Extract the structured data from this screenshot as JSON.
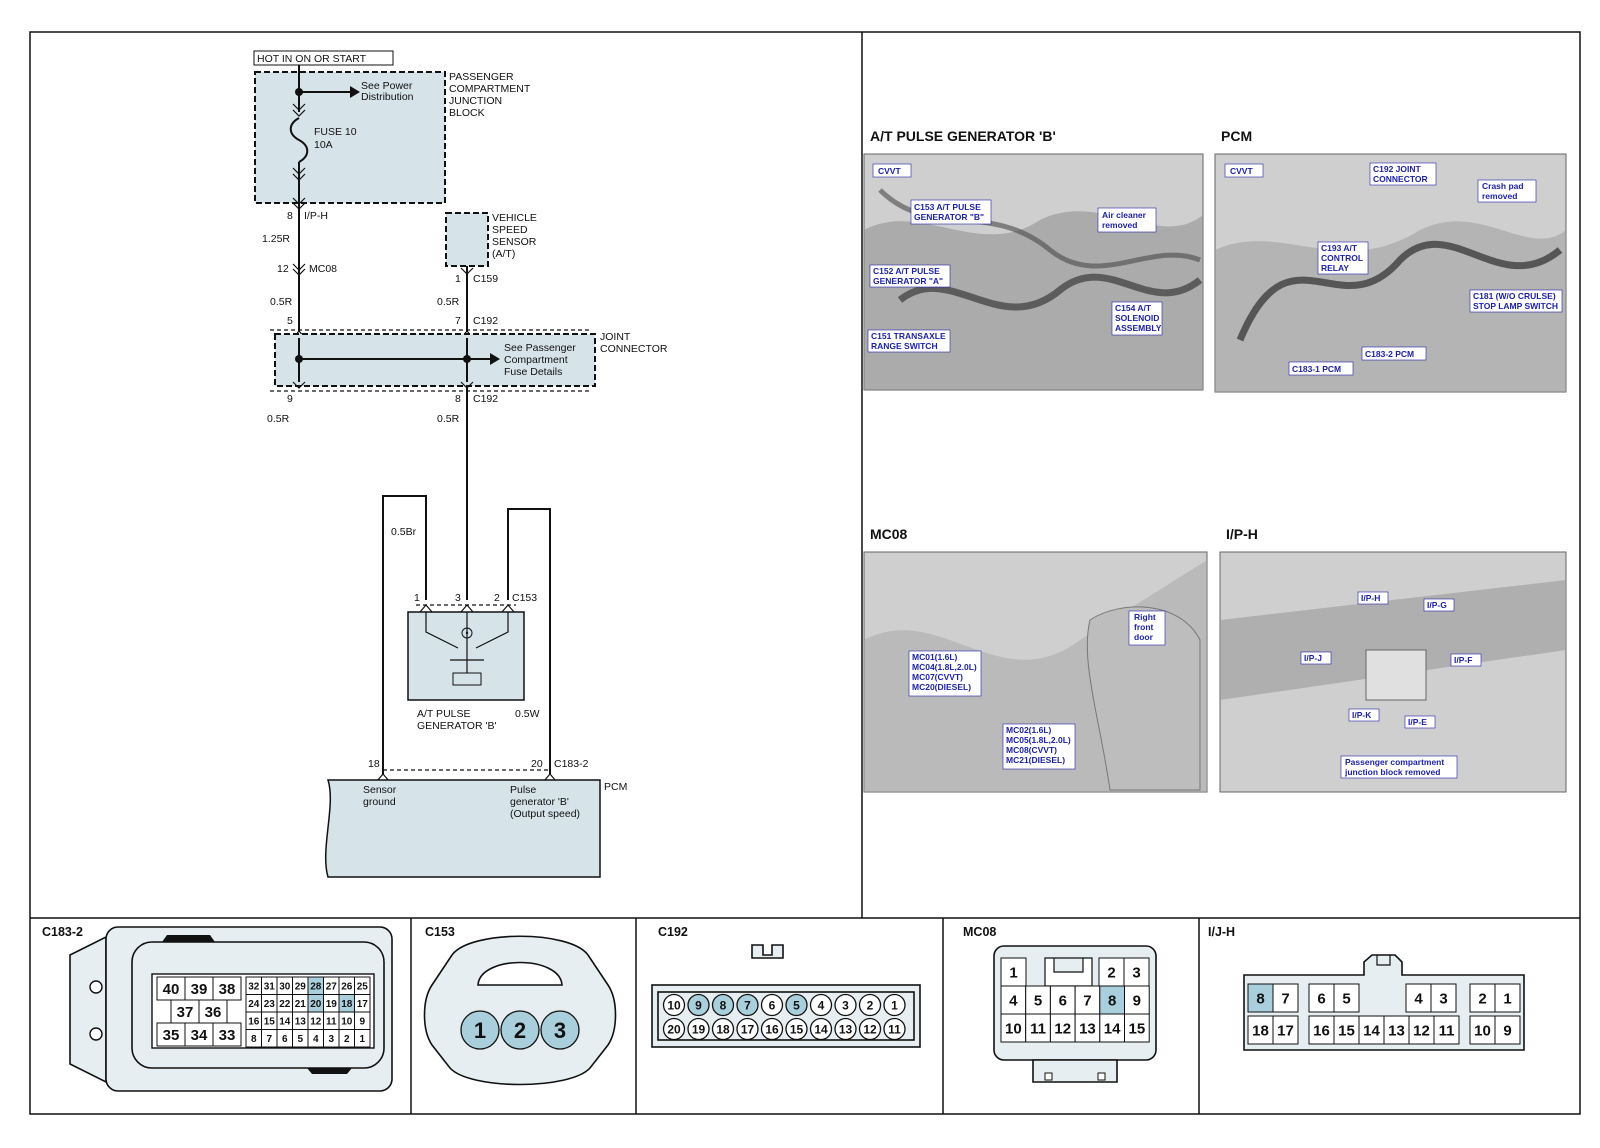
{
  "schematic": {
    "hot_label": "HOT IN ON OR START",
    "pcjb_label": [
      "PASSENGER",
      "COMPARTMENT",
      "JUNCTION",
      "BLOCK"
    ],
    "power_ref": [
      "See Power",
      "Distribution"
    ],
    "fuse_label": "FUSE   10",
    "fuse_rating": "10A",
    "pin_8": "8",
    "ip_h": "I/P-H",
    "wire_125r": "1.25R",
    "pin_12": "12",
    "mc08": "MC08",
    "wire_05r_a": "0.5R",
    "wire_05r_b": "0.5R",
    "vss_label": [
      "VEHICLE",
      "SPEED",
      "SENSOR",
      "(A/T)"
    ],
    "pin_1_c159": "1",
    "c159": "C159",
    "pin_5": "5",
    "pin_7": "7",
    "c192_top": "C192",
    "joint_label": [
      "JOINT",
      "CONNECTOR"
    ],
    "joint_ref": [
      "See Passenger",
      "Compartment",
      "Fuse Details"
    ],
    "pin_9": "9",
    "pin_8b": "8",
    "c192_bot": "C192",
    "wire_05r_c": "0.5R",
    "wire_05r_d": "0.5R",
    "wire_05br": "0.5Br",
    "gen_pin_1": "1",
    "gen_pin_3": "3",
    "gen_pin_2": "2",
    "c153": "C153",
    "gen_label": [
      "A/T PULSE",
      "GENERATOR 'B'"
    ],
    "wire_05w": "0.5W",
    "pcm_pin_18": "18",
    "pcm_pin_20": "20",
    "c183_2": "C183-2",
    "pcm": "PCM",
    "sensor_ground": [
      "Sensor",
      "ground"
    ],
    "pulse_gen": [
      "Pulse",
      "generator 'B'",
      "(Output speed)"
    ]
  },
  "photos": [
    {
      "title": "A/T PULSE GENERATOR 'B'",
      "labels": [
        [
          "CVVT"
        ],
        [
          "C153 A/T PULSE",
          "GENERATOR \"B\""
        ],
        [
          "Air cleaner",
          "removed"
        ],
        [
          "C152 A/T PULSE",
          "GENERATOR \"A\""
        ],
        [
          "C154 A/T",
          "SOLENOID",
          "ASSEMBLY"
        ],
        [
          "C151 TRANSAXLE",
          "RANGE SWITCH"
        ]
      ]
    },
    {
      "title": "PCM",
      "labels": [
        [
          "CVVT"
        ],
        [
          "C192 JOINT",
          "CONNECTOR"
        ],
        [
          "Crash pad",
          "removed"
        ],
        [
          "C193 A/T",
          "CONTROL",
          "RELAY"
        ],
        [
          "C181 (W/O CRULSE)",
          "STOP LAMP SWITCH"
        ],
        [
          "C183-1 PCM"
        ],
        [
          "C183-2 PCM"
        ]
      ]
    },
    {
      "title": "MC08",
      "labels": [
        [
          "Right",
          "front",
          "door"
        ],
        [
          "MC01(1.6L)",
          "MC04(1.8L,2.0L)",
          "MC07(CVVT)",
          "MC20(DIESEL)"
        ],
        [
          "MC02(1.6L)",
          "MC05(1.8L,2.0L)",
          "MC08(CVVT)",
          "MC21(DIESEL)"
        ]
      ]
    },
    {
      "title": "I/P-H",
      "labels": [
        [
          "I/P-H"
        ],
        [
          "I/P-G"
        ],
        [
          "I/P-J"
        ],
        [
          "I/P-F"
        ],
        [
          "I/P-K"
        ],
        [
          "I/P-E"
        ],
        [
          "Passenger compartment",
          "junction block removed"
        ]
      ]
    }
  ],
  "connectors": {
    "c183_2": {
      "title": "C183-2",
      "big_top": [
        "40",
        "39",
        "38"
      ],
      "big_mid": [
        "37",
        "36"
      ],
      "big_bot": [
        "35",
        "34",
        "33"
      ],
      "row1": [
        "32",
        "31",
        "30",
        "29",
        "28",
        "27",
        "26",
        "25"
      ],
      "row2": [
        "24",
        "23",
        "22",
        "21",
        "20",
        "19",
        "18",
        "17"
      ],
      "row3": [
        "16",
        "15",
        "14",
        "13",
        "12",
        "11",
        "10",
        "9"
      ],
      "row4": [
        "8",
        "7",
        "6",
        "5",
        "4",
        "3",
        "2",
        "1"
      ],
      "highlight": [
        "28",
        "20",
        "18"
      ]
    },
    "c153": {
      "title": "C153",
      "pins": [
        "1",
        "2",
        "3"
      ]
    },
    "c192": {
      "title": "C192",
      "row1": [
        "10",
        "9",
        "8",
        "7",
        "6",
        "5",
        "4",
        "3",
        "2",
        "1"
      ],
      "row2": [
        "20",
        "19",
        "18",
        "17",
        "16",
        "15",
        "14",
        "13",
        "12",
        "11"
      ],
      "highlight": [
        "9",
        "8",
        "7",
        "5"
      ]
    },
    "mc08": {
      "title": "MC08",
      "row1": [
        "1",
        "2",
        "3"
      ],
      "row2": [
        "4",
        "5",
        "6",
        "7",
        "8",
        "9"
      ],
      "row3": [
        "10",
        "11",
        "12",
        "13",
        "14",
        "15"
      ],
      "highlight": [
        "8"
      ]
    },
    "ij_h": {
      "title": "I/J-H",
      "row1": [
        "8",
        "7",
        "6",
        "5",
        "4",
        "3",
        "2",
        "1"
      ],
      "row2": [
        "18",
        "17",
        "16",
        "15",
        "14",
        "13",
        "12",
        "11",
        "10",
        "9"
      ],
      "highlight": [
        "8"
      ]
    }
  }
}
